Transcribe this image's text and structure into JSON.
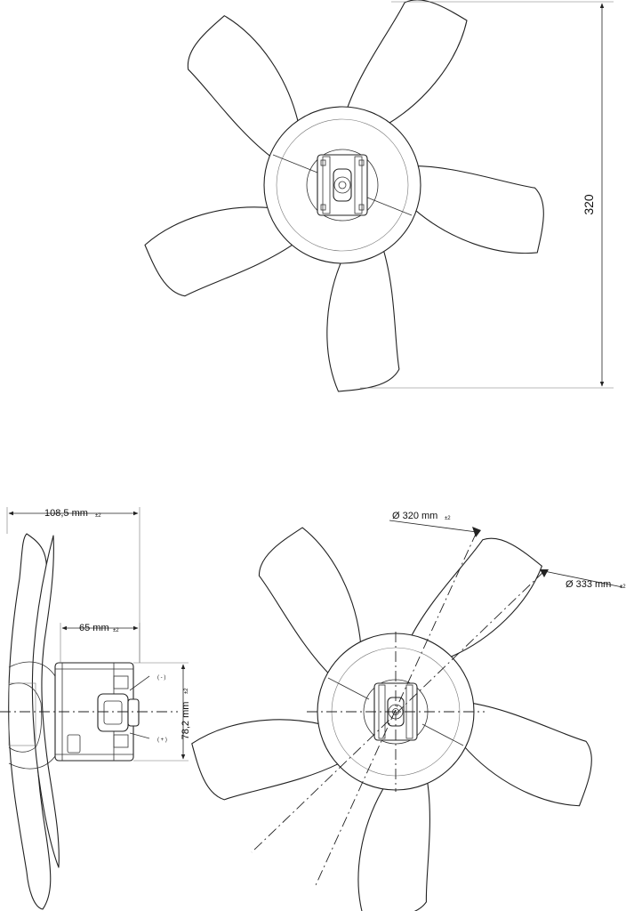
{
  "dimensions": {
    "top_height": "320",
    "side_overall_width": "108,5 mm",
    "side_overall_width_tol": "±2",
    "side_motor_depth": "65 mm",
    "side_motor_depth_tol": "±2",
    "side_motor_height": "78,2 mm",
    "side_motor_height_tol": "±2",
    "fan_diameter_1": "Ø 320 mm",
    "fan_diameter_1_tol": "±2",
    "fan_diameter_2": "Ø 333 mm",
    "fan_diameter_2_tol": "±2"
  },
  "terminals": {
    "negative": "( - )",
    "positive": "( + )"
  },
  "colors": {
    "line": "#222222",
    "background": "#ffffff"
  }
}
